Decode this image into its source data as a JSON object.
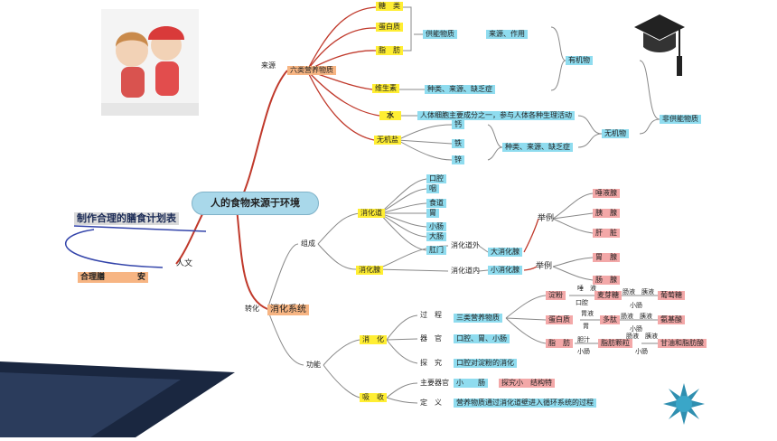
{
  "root": {
    "label": "人的食物来源于环境"
  },
  "side": {
    "title": "制作合理的膳食计划表",
    "renwen": "人文",
    "slogan": "合理膳食 安全",
    "slogan_a": "合理膳",
    "slogan_b": "安"
  },
  "source": {
    "label": "来源",
    "six": "六类营养物质",
    "nutrients": [
      "糖　类",
      "蛋白质",
      "脂　肪",
      "维生素",
      "水",
      "无机盐"
    ],
    "energy": "供能物质",
    "energy_use": "来源、作用",
    "vitamin_note": "种类、来源、缺乏症",
    "water_note": "人体细胞主要成分之一，参与人体各种生理活动",
    "minerals": [
      "钙",
      "铁",
      "锌"
    ],
    "mineral_note": "种类、来源、缺乏症",
    "organic": "有机物",
    "inorganic": "无机物",
    "non_energy": "非供能物质"
  },
  "transform": {
    "label": "转化",
    "system": "消化系统",
    "composition": "组成",
    "tract": "消化道",
    "tract_parts": [
      "口腔",
      "咽",
      "食道",
      "胃",
      "小肠",
      "大肠",
      "肛门"
    ],
    "glands": "消化腺",
    "outside": "消化道外",
    "inside": "消化道内",
    "large_glands": "大消化腺",
    "small_glands": "小消化腺",
    "examples_1": "举例",
    "examples_2": "举例",
    "large_list": [
      "唾液腺",
      "胰　腺",
      "肝　脏"
    ],
    "small_list": [
      "胃　腺",
      "肠　腺"
    ],
    "function": "功能",
    "digestion": "消　化",
    "absorption": "吸　收",
    "process": "过　程",
    "organ": "器　官",
    "explore": "探　究",
    "process_note": "三类营养物质",
    "organ_note": "口腔、胃、小肠",
    "explore_note": "口腔对淀粉的消化",
    "main_organ": "主要器官",
    "small_intestine": "小　　肠",
    "explore_2": "探究小　结构特",
    "definition": "定　义",
    "definition_note": "营养物质通过消化道壁进入循环系统的过程",
    "chain": {
      "starch": "淀粉",
      "protein": "蛋白质",
      "fat": "脂　肪",
      "saliva": "唾　液",
      "mouth": "口腔",
      "maltose": "麦芽糖",
      "pancreas_1": "肠液　胰液",
      "small_1": "小肠",
      "glucose": "葡萄糖",
      "gastric": "胃液",
      "stomach": "胃",
      "peptide": "多肽",
      "pancreas_2": "肠液　胰液",
      "small_2": "小肠",
      "amino": "氨基酸",
      "bile": "胆汁",
      "small_3": "小肠",
      "fat_drop": "脂肪颗粒",
      "pancreas_3": "肠液　胰液",
      "small_4": "小肠",
      "glycerol": "甘油和脂肪酸"
    }
  }
}
